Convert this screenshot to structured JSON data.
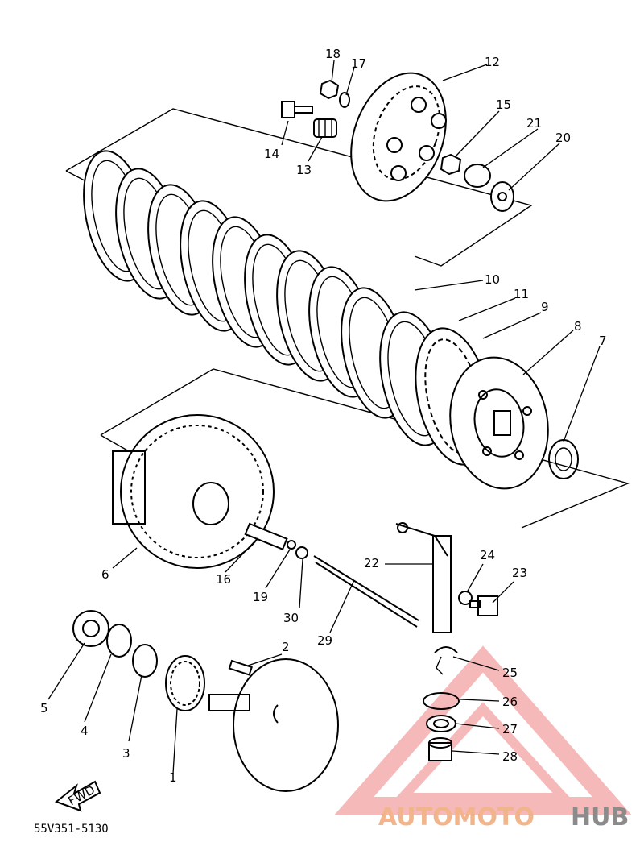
{
  "diagram": {
    "parts": [
      {
        "id": "p1",
        "label": "1"
      },
      {
        "id": "p2",
        "label": "2"
      },
      {
        "id": "p3",
        "label": "3"
      },
      {
        "id": "p4",
        "label": "4"
      },
      {
        "id": "p5",
        "label": "5"
      },
      {
        "id": "p6",
        "label": "6"
      },
      {
        "id": "p7",
        "label": "7"
      },
      {
        "id": "p8",
        "label": "8"
      },
      {
        "id": "p9",
        "label": "9"
      },
      {
        "id": "p10",
        "label": "10"
      },
      {
        "id": "p11",
        "label": "11"
      },
      {
        "id": "p12",
        "label": "12"
      },
      {
        "id": "p13",
        "label": "13"
      },
      {
        "id": "p14",
        "label": "14"
      },
      {
        "id": "p15",
        "label": "15"
      },
      {
        "id": "p16",
        "label": "16"
      },
      {
        "id": "p17",
        "label": "17"
      },
      {
        "id": "p18",
        "label": "18"
      },
      {
        "id": "p19",
        "label": "19"
      },
      {
        "id": "p20",
        "label": "20"
      },
      {
        "id": "p21",
        "label": "21"
      },
      {
        "id": "p22",
        "label": "22"
      },
      {
        "id": "p23",
        "label": "23"
      },
      {
        "id": "p24",
        "label": "24"
      },
      {
        "id": "p25",
        "label": "25"
      },
      {
        "id": "p26",
        "label": "26"
      },
      {
        "id": "p27",
        "label": "27"
      },
      {
        "id": "p28",
        "label": "28"
      },
      {
        "id": "p29",
        "label": "29"
      },
      {
        "id": "p30",
        "label": "30"
      }
    ],
    "fwd_label": "FWD",
    "drawing_code": "55V351-5130"
  },
  "watermark": {
    "brand_part1": "AUTOMOTO",
    "brand_part2": "HUB",
    "color_accent": "#f2b48a",
    "color_secondary": "#8b8b8b",
    "triangle_color": "#f08080"
  }
}
